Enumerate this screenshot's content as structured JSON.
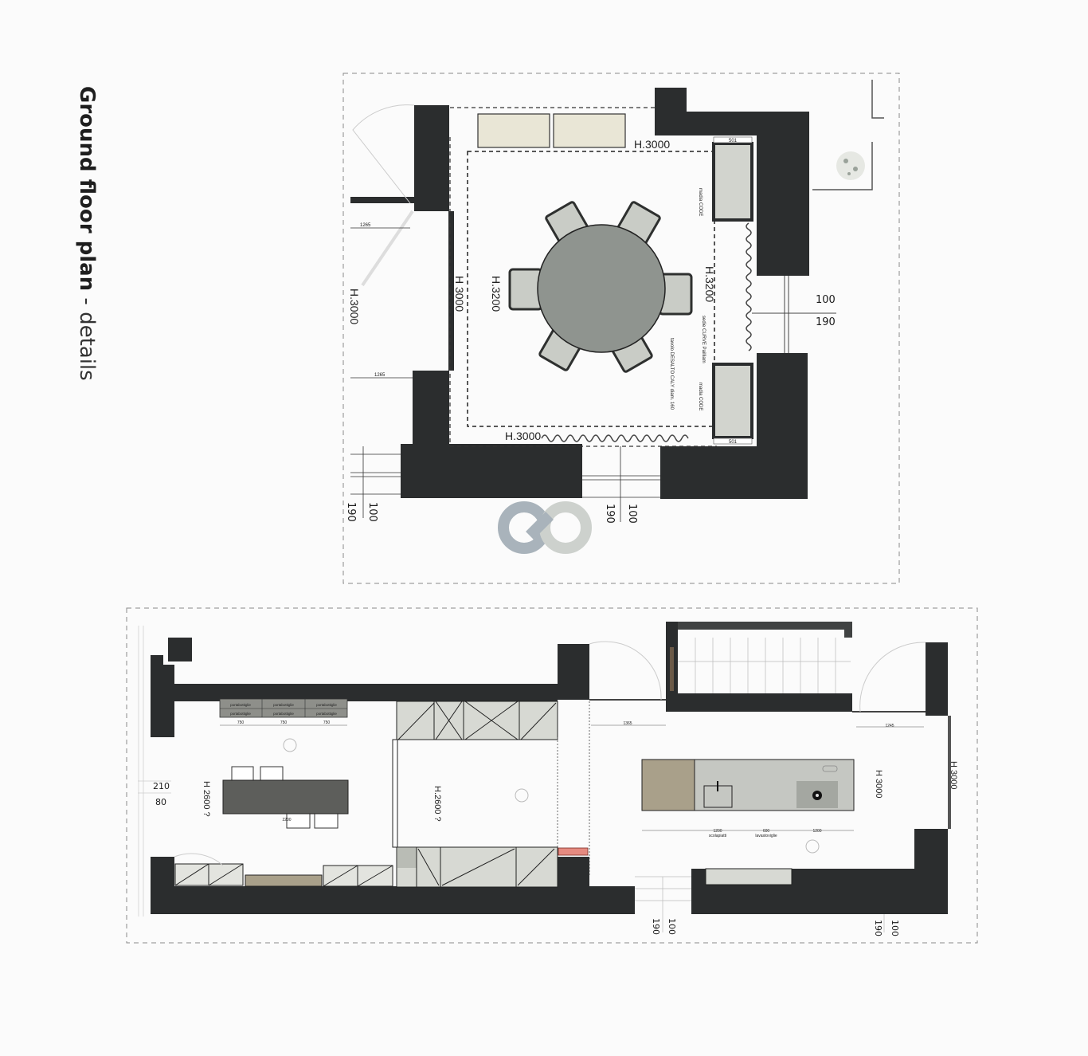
{
  "page": {
    "title_bold": "Ground floor plan",
    "title_separator": " - ",
    "title_light": "details"
  },
  "colors": {
    "wall": "#2b2d2e",
    "table": "#8f948f",
    "chair_seat": "#c9ccc6",
    "sofa": "#e9e6d6",
    "cabinet": "#d7d9d3",
    "island_counter": "#c5c7c2",
    "island_wood": "#a9a08a",
    "accent_red": "#e58a80",
    "logo_blue_grey": "#a9b3bb",
    "logo_light_grey": "#cdd1cd"
  },
  "top_plan": {
    "name": "dining-room",
    "heights": {
      "top": "H.3000",
      "bottom": "H.3000",
      "left_outer": "H.3000",
      "left_inner": "H 3000",
      "rug_left": "H.3200",
      "rug_right": "H.3200"
    },
    "cabinet_width_top": "501",
    "cabinet_width_bottom": "501",
    "cabinet_label_top": "madia CODE",
    "cabinet_label_bottom": "madia CODE",
    "chair_label": "sedie CURVE Pailliam",
    "table_label": "tavolo DESALTO CALY diam. 160",
    "door_dims": [
      "1265",
      "1265"
    ],
    "right_dims": [
      "100",
      "190"
    ],
    "bottom_dims_left": [
      "190",
      "100"
    ],
    "bottom_dims_right": [
      "190",
      "100"
    ]
  },
  "bottom_plan": {
    "name": "kitchen-living",
    "left_dims": [
      "210",
      "80"
    ],
    "bookshelf_label": "portabottiglie",
    "bookshelf_widths": [
      "750",
      "750",
      "750"
    ],
    "heights": {
      "living": "H 2600 ?",
      "pantry": "H.2600 ?",
      "kitchen": "H 3000",
      "window": "H 3000"
    },
    "island_dims": [
      "1200",
      "600",
      "1200"
    ],
    "island_labels": [
      "scolapiatti",
      "lavastoviglie"
    ],
    "door_dims": [
      "1365",
      "1245"
    ],
    "bottom_dims_left": [
      "190",
      "100"
    ],
    "bottom_dims_right": [
      "190",
      "100"
    ],
    "table_dim": "2200"
  }
}
